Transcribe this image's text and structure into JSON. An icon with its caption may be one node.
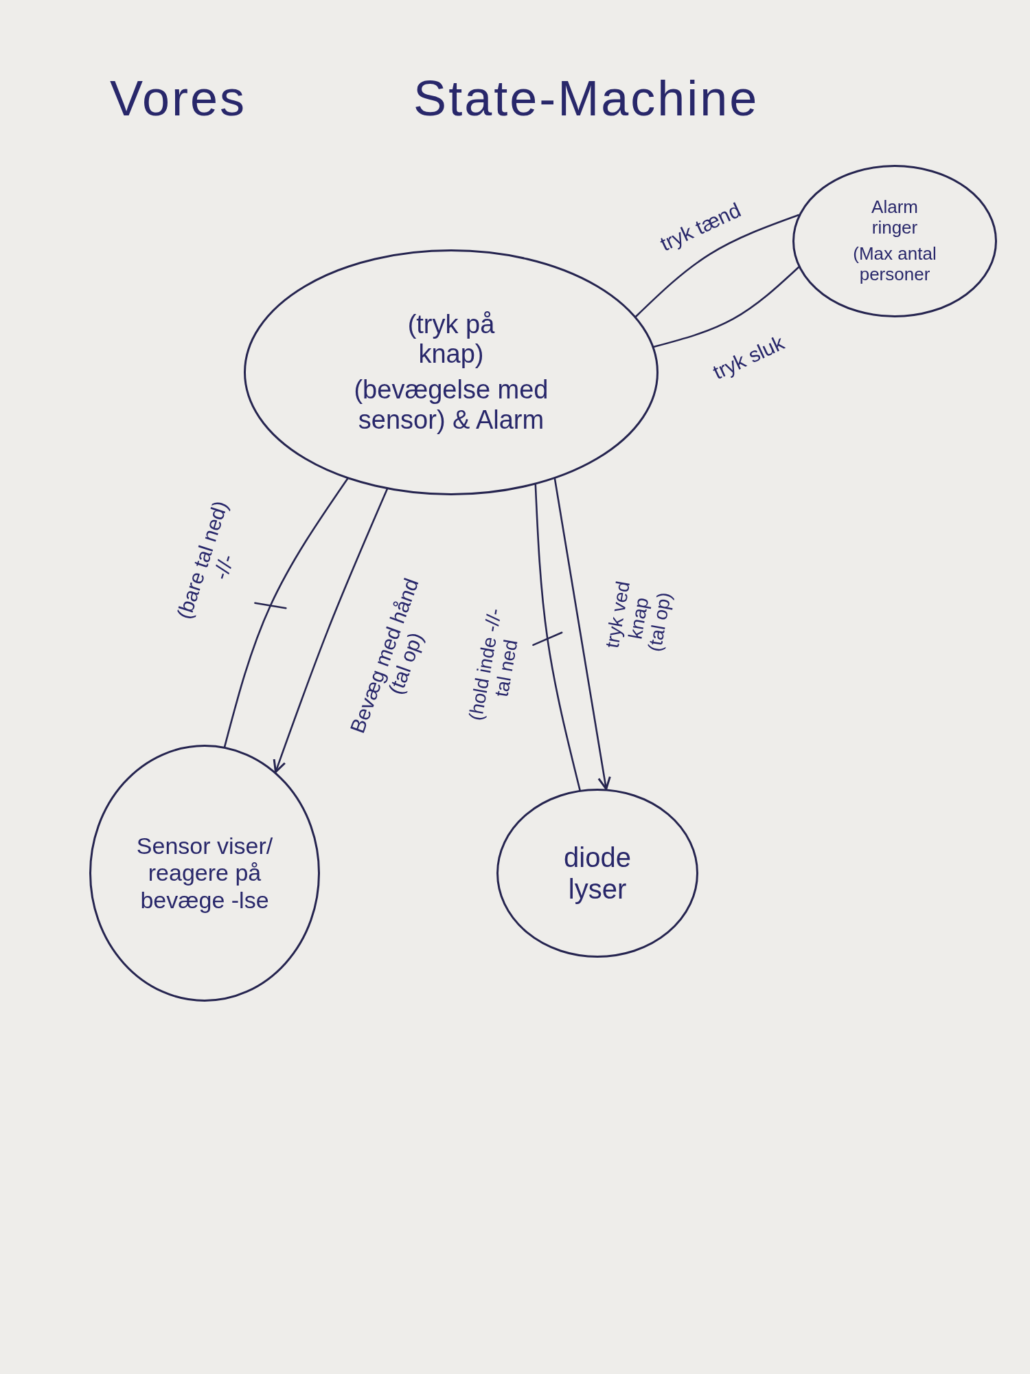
{
  "diagram": {
    "title": "Vores State-Machine",
    "nodes": [
      {
        "text": [
          "(tryk på knap)",
          "(bevægelse med sensor) & Alarm"
        ]
      },
      {
        "text": [
          "Alarm ringer",
          "(Max antal personer"
        ]
      },
      {
        "text": [
          "Sensor viser/ reagere på bevæge -lse"
        ]
      },
      {
        "text": [
          "diode lyser"
        ]
      }
    ],
    "edges": [
      {
        "from": 0,
        "to": 1,
        "arrow": "none",
        "label": "tryk tænd"
      },
      {
        "from": 0,
        "to": 1,
        "arrow": "none",
        "label": "tryk sluk"
      },
      {
        "from": 0,
        "to": 2,
        "arrow": "none",
        "label": "(bare tal ned) -//-"
      },
      {
        "from": 0,
        "to": 2,
        "arrow": "to",
        "label": "Bevæg med hånd (tal op)"
      },
      {
        "from": 0,
        "to": 3,
        "arrow": "none",
        "label": "(hold inde -//- tal ned"
      },
      {
        "from": 0,
        "to": 3,
        "arrow": "to",
        "label": "tryk ved knap (tal op)"
      }
    ]
  }
}
